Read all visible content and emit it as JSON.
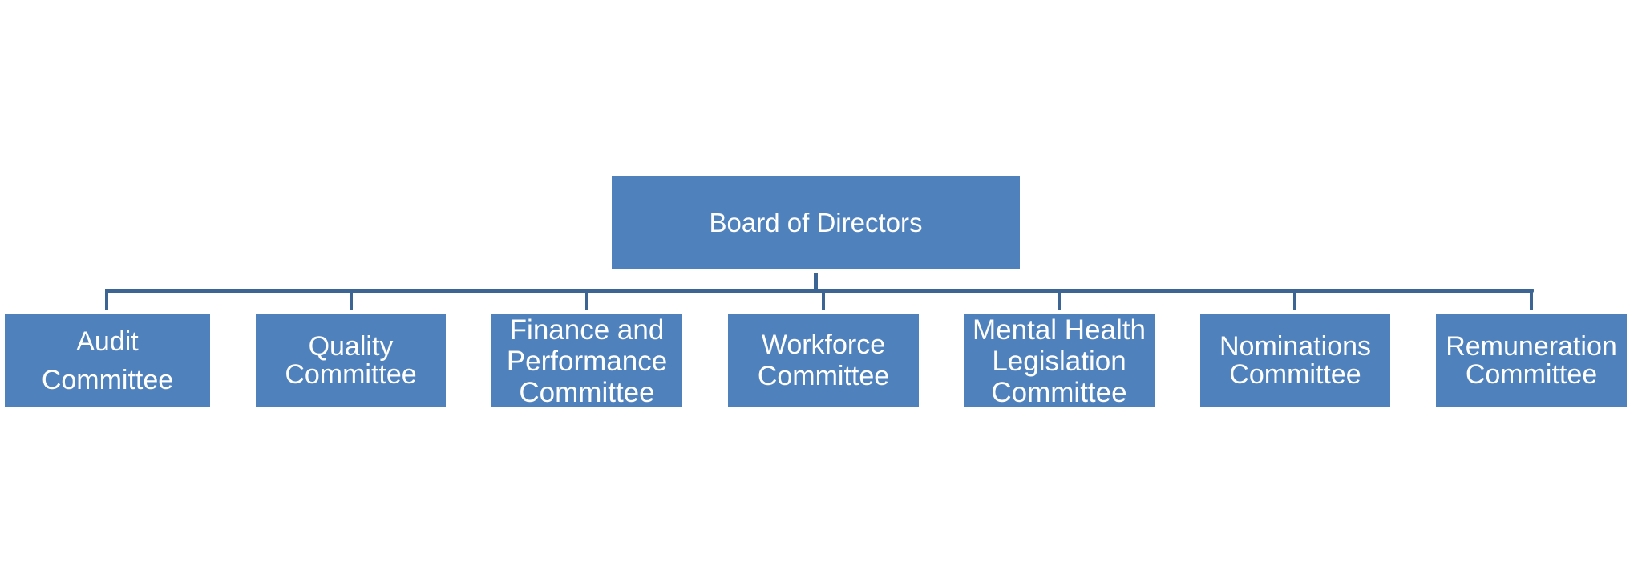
{
  "diagram": {
    "root": {
      "label": "Board of Directors"
    },
    "children": [
      {
        "label": "Audit\nCommittee"
      },
      {
        "label": "Quality\nCommittee"
      },
      {
        "label": "Finance and\nPerformance\nCommittee"
      },
      {
        "label": "Workforce\nCommittee"
      },
      {
        "label": "Mental Health\nLegislation\nCommittee"
      },
      {
        "label": "Nominations\nCommittee"
      },
      {
        "label": "Remuneration\nCommittee"
      }
    ],
    "colors": {
      "box_fill": "#4f81bd",
      "connector": "#3d6594",
      "text": "#ffffff",
      "background": "#ffffff"
    }
  }
}
